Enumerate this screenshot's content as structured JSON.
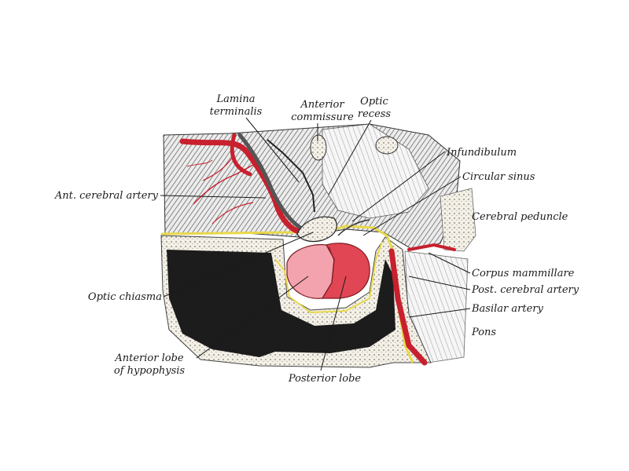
{
  "colors": {
    "artery": "#c8202e",
    "vessel_dark": "#8a1a22",
    "dura": "#e8d84a",
    "hypophysis": "#e04654",
    "hypophysis_light": "#f2a3ad",
    "bone": "#f4f0e6",
    "cavity": "#1c1c1c",
    "hatch": "#5a5a5a"
  },
  "labels": {
    "lamina_terminalis": [
      "Lamina",
      "terminalis"
    ],
    "anterior_commissure": [
      "Anterior",
      "commissure"
    ],
    "optic_recess": [
      "Optic",
      "recess"
    ],
    "infundibulum": "Infundibulum",
    "circular_sinus": "Circular sinus",
    "ant_cerebral_artery": "Ant. cerebral artery",
    "cerebral_peduncle": "Cerebral peduncle",
    "corpus_mammillare": "Corpus mammillare",
    "post_cerebral_artery": "Post. cerebral artery",
    "basilar_artery": "Basilar artery",
    "pons": "Pons",
    "optic_chiasma": "Optic chiasma",
    "anterior_lobe": [
      "Anterior lobe",
      "of hypophysis"
    ],
    "posterior_lobe": "Posterior lobe"
  }
}
